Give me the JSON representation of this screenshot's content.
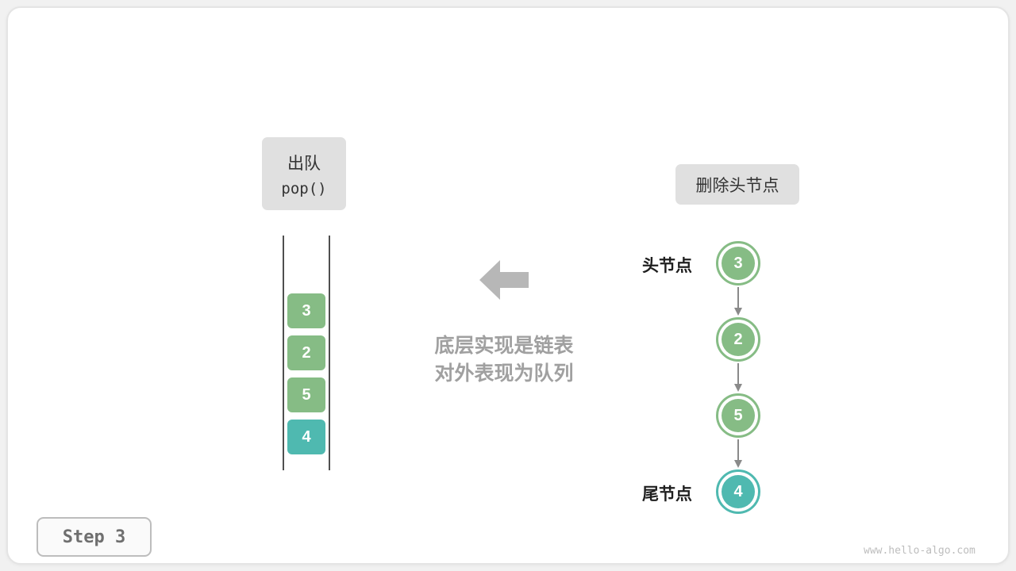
{
  "card": {
    "step_label": "Step 3",
    "watermark": "www.hello-algo.com"
  },
  "left_panel": {
    "operation_line1": "出队",
    "operation_line2": "pop()",
    "cells": [
      {
        "value": "3",
        "color": "green"
      },
      {
        "value": "2",
        "color": "green"
      },
      {
        "value": "5",
        "color": "green"
      },
      {
        "value": "4",
        "color": "teal"
      }
    ]
  },
  "center": {
    "caption_line1": "底层实现是链表",
    "caption_line2": "对外表现为队列"
  },
  "right_panel": {
    "operation_label": "删除头节点",
    "head_label": "头节点",
    "tail_label": "尾节点",
    "nodes": [
      {
        "value": "3",
        "color": "green"
      },
      {
        "value": "2",
        "color": "green"
      },
      {
        "value": "5",
        "color": "green"
      },
      {
        "value": "4",
        "color": "teal"
      }
    ]
  },
  "colors": {
    "node_green": "#86bc85",
    "node_teal": "#4fb9b0",
    "label_box_bg": "#e0e0e0",
    "caption_gray": "#a0a0a0",
    "rail_dark": "#4f4f4f",
    "arrow_gray": "#b7b7b7"
  }
}
